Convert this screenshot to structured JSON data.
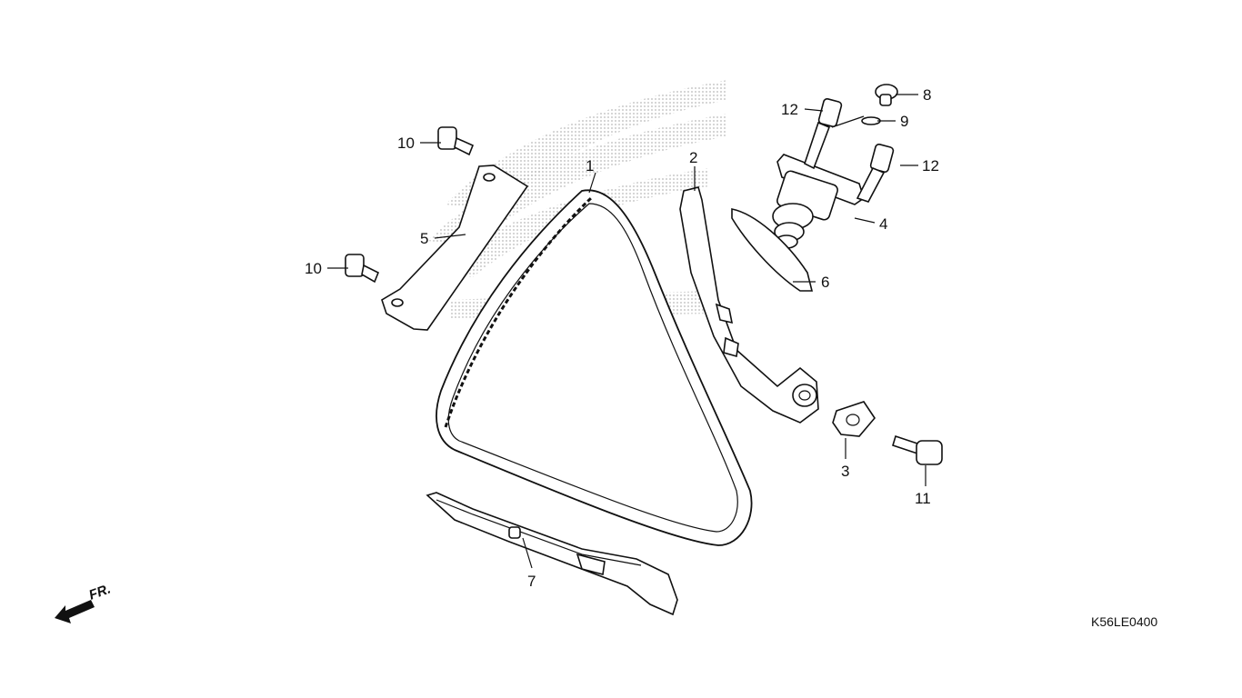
{
  "diagram_code": "K56LE0400",
  "orientation_label": "FR.",
  "callouts": [
    {
      "id": "c1",
      "label": "1"
    },
    {
      "id": "c2",
      "label": "2"
    },
    {
      "id": "c3",
      "label": "3"
    },
    {
      "id": "c4",
      "label": "4"
    },
    {
      "id": "c5",
      "label": "5"
    },
    {
      "id": "c6",
      "label": "6"
    },
    {
      "id": "c7",
      "label": "7"
    },
    {
      "id": "c8",
      "label": "8"
    },
    {
      "id": "c9",
      "label": "9"
    },
    {
      "id": "c10a",
      "label": "10"
    },
    {
      "id": "c10b",
      "label": "10"
    },
    {
      "id": "c11",
      "label": "11"
    },
    {
      "id": "c12a",
      "label": "12"
    },
    {
      "id": "c12b",
      "label": "12"
    }
  ],
  "colors": {
    "line": "#111111",
    "watermark": "#bdbdbd",
    "background": "#ffffff"
  }
}
